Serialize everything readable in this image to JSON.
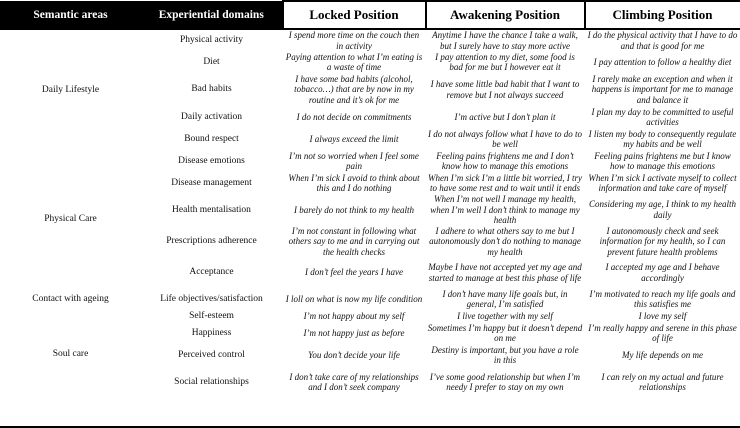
{
  "headers": [
    "Semantic areas",
    "Experiential domains",
    "Locked Position",
    "Awakening Position",
    "Climbing Position"
  ],
  "areas": [
    {
      "label": "Daily Lifestyle",
      "row": 0,
      "span": 5
    },
    {
      "label": "Physical Care",
      "row": 5,
      "span": 5
    },
    {
      "label": "Contact with ageing",
      "row": 10,
      "span": 1
    },
    {
      "label": "Soul care",
      "row": 11,
      "span": 5
    }
  ],
  "rows": [
    {
      "domain": "Physical activity",
      "locked": "I spend more time on the couch then in activity",
      "awakening": "Anytime I have the chance I take a walk, but I surely have to stay more active",
      "climbing": "I do the physical activity that I have to do and that is good for me"
    },
    {
      "domain": "Diet",
      "locked": "Paying attention to what I’m eating is a waste of time",
      "awakening": "I pay attention to my diet, some food is bad for me but I however eat it",
      "climbing": "I pay attention to follow a healthy diet"
    },
    {
      "domain": "Bad habits",
      "locked": "I have some bad habits (alcohol, tobacco…) that are by now in my routine and it’s ok for me",
      "awakening": "I have some little bad habit that I want to remove but I not always succeed",
      "climbing": "I rarely make an exception and when it happens is important for me to manage and balance it"
    },
    {
      "domain": "Daily activation",
      "locked": "I do not decide on commitments",
      "awakening": "I’m active but I don’t plan it",
      "climbing": "I plan my day to be committed to useful activities"
    },
    {
      "domain": "Bound respect",
      "locked": "I always exceed the limit",
      "awakening": "I do not always follow what I have to do to be well",
      "climbing": "I listen my body to consequently regulate my habits and be well"
    },
    {
      "domain": "Disease emotions",
      "locked": "I’m not so worried when I feel some pain",
      "awakening": "Feeling pains frightens me and I don’t know how to manage this emotions",
      "climbing": "Feeling pains frightens me but I know how to manage this emotions"
    },
    {
      "domain": "Disease management",
      "locked": "When I’m sick I avoid to think about this and I do nothing",
      "awakening": "When I’m sick I’m a little bit worried, I try to have some rest and to wait until it ends",
      "climbing": "When I’m sick I activate myself to collect information and take care of myself"
    },
    {
      "domain": "Health mentalisation",
      "locked": "I barely do not think to my health",
      "awakening": "When I’m not well I manage my health, when I’m well I don’t think to manage my health",
      "climbing": "Considering my age, I think to my health daily"
    },
    {
      "domain": "Prescriptions adherence",
      "locked": "I’m not constant in following what others say to me and in carrying out the health checks",
      "awakening": "I adhere to what others say to me but I autonomously don’t do nothing to manage my health",
      "climbing": "I autonomously check and seek information for my health, so I can prevent future health problems"
    },
    {
      "domain": "Acceptance",
      "locked": "I don’t feel the years I have",
      "awakening": "Maybe I have not accepted yet my age and started to manage at best this phase of life",
      "climbing": "I accepted my age and I behave accordingly"
    },
    {
      "domain": "Life objectives/satisfaction",
      "locked": "I loll on what is now my life condition",
      "awakening": "I don’t have many life goals but, in general, I’m satisfied",
      "climbing": "I’m motivated to reach my life goals and this satisfies me"
    },
    {
      "domain": "Self-esteem",
      "locked": "I’m not happy about my self",
      "awakening": "I  live together with my self",
      "climbing": "I love my self"
    },
    {
      "domain": "Happiness",
      "locked": "I’m not happy just as before",
      "awakening": "Sometimes I’m happy but it doesn’t depend on me",
      "climbing": "I’m really happy and serene in this phase of life"
    },
    {
      "domain": "Perceived control",
      "locked": "You don’t decide your life",
      "awakening": "Destiny is important, but you have a role in this",
      "climbing": "My life depends on me"
    },
    {
      "domain": "Social relationships",
      "locked": "I don’t take care of my relationships and I don’t seek company",
      "awakening": "I’ve some good relationship but when I’m needy I prefer to stay on my own",
      "climbing": "I can rely on my actual and future relationships"
    }
  ]
}
